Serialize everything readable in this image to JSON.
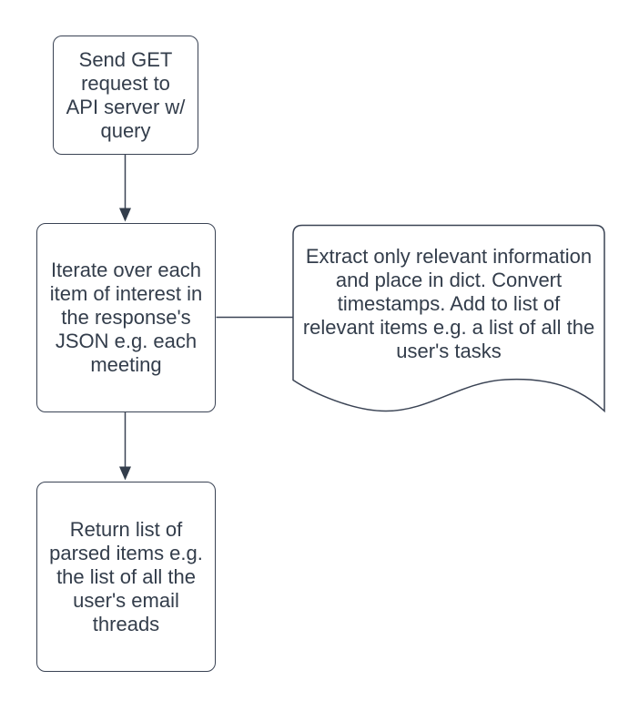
{
  "canvas": {
    "background_color": "#ffffff"
  },
  "palette": {
    "shape_stroke": "#3a4354",
    "text_color": "#333d4b",
    "shape_fill": "#ffffff"
  },
  "flowchart": {
    "nodes": [
      {
        "id": "send-get-request",
        "shape": "rounded-rectangle",
        "label": "Send GET\nrequest to\nAPI server w/\nquery"
      },
      {
        "id": "iterate-items",
        "shape": "rounded-rectangle",
        "label": "Iterate over each\nitem of interest in\nthe response's\nJSON e.g. each\nmeeting"
      },
      {
        "id": "extract-relevant-info",
        "shape": "document",
        "label": "Extract only relevant information\nand place in dict. Convert\ntimestamps. Add to list of\nrelevant items e.g. a list of all the\nuser's tasks"
      },
      {
        "id": "return-parsed-list",
        "shape": "rounded-rectangle",
        "label": "Return list of\nparsed items e.g.\nthe list of all the\nuser's email\nthreads"
      }
    ],
    "connectors": [
      {
        "from": "send-get-request",
        "to": "iterate-items",
        "style": "arrow-down"
      },
      {
        "from": "iterate-items",
        "to": "extract-relevant-info",
        "style": "plain-line-right"
      },
      {
        "from": "iterate-items",
        "to": "return-parsed-list",
        "style": "arrow-down"
      }
    ]
  }
}
